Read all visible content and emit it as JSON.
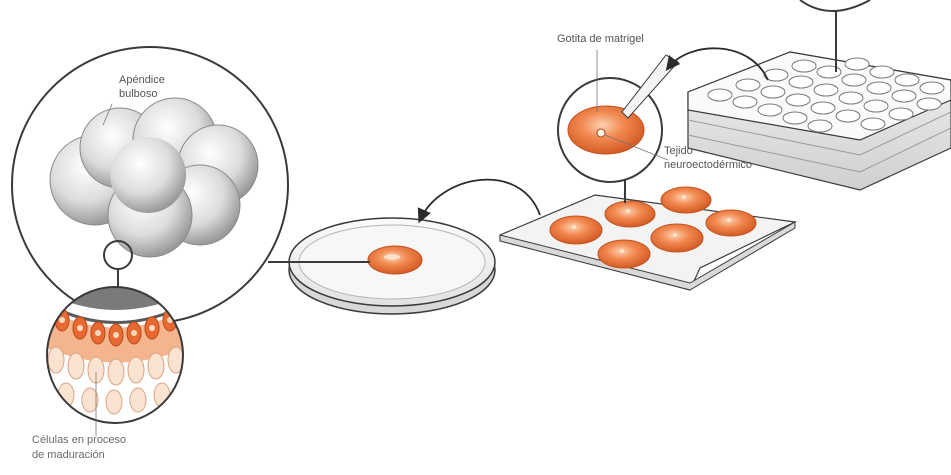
{
  "labels": {
    "apendice_line1": "Apéndice",
    "apendice_line2": "bulboso",
    "gotita": "Gotita de matrigel",
    "tejido_line1": "Tejido",
    "tejido_line2": "neuroectodérmico",
    "celulas_line1": "Células en proceso",
    "celulas_line2": "de maduración"
  },
  "colors": {
    "droplet": "#f07f45",
    "droplet_dark": "#d9602a",
    "droplet_light": "#fbbf95",
    "outline": "#3a3a3a",
    "arrow": "#2b2b2b",
    "organoid": "#e9e9e9"
  }
}
